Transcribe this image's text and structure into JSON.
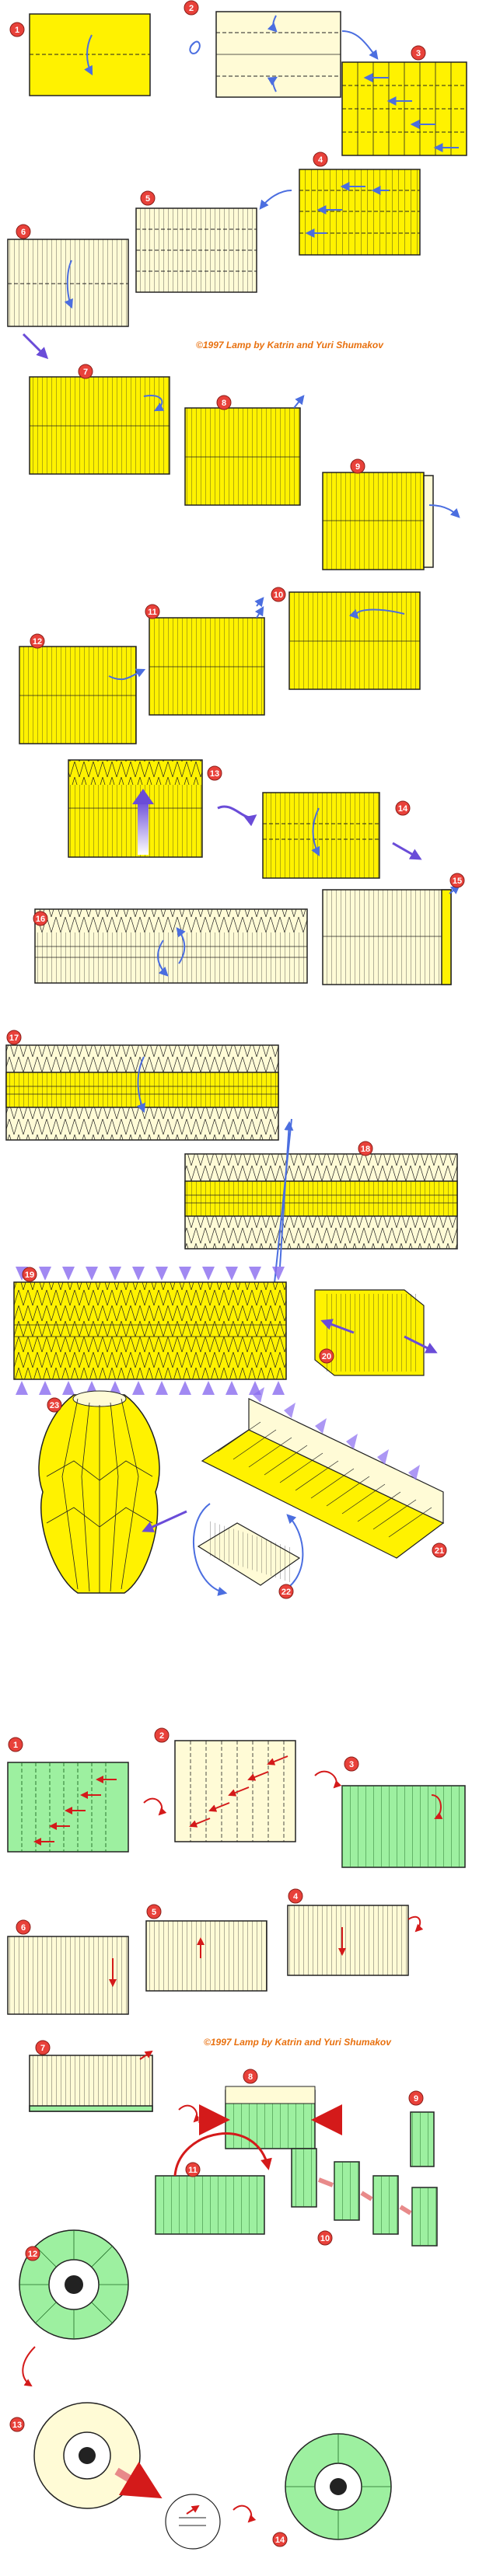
{
  "diagram": {
    "credit_top": "©1997 Lamp by Katrin and Yuri Shumakov",
    "credit_bottom": "©1997 Lamp by Katrin and Yuri Shumakov",
    "part1_steps": [
      "1",
      "2",
      "3",
      "4",
      "5",
      "6",
      "7",
      "8",
      "9",
      "10",
      "11",
      "12",
      "13",
      "14",
      "15",
      "16",
      "17",
      "18",
      "19",
      "20",
      "21",
      "22",
      "23"
    ],
    "part2_steps": [
      "1",
      "2",
      "3",
      "4",
      "5",
      "6",
      "7",
      "8",
      "9",
      "10",
      "11",
      "12",
      "13",
      "14"
    ],
    "colors": {
      "yellow": "#fff200",
      "cream": "#fffbd6",
      "green": "#9df0a0",
      "number_badge": "#e8413a",
      "credit": "#e8700e",
      "arrow": "#6a4cd8"
    }
  }
}
